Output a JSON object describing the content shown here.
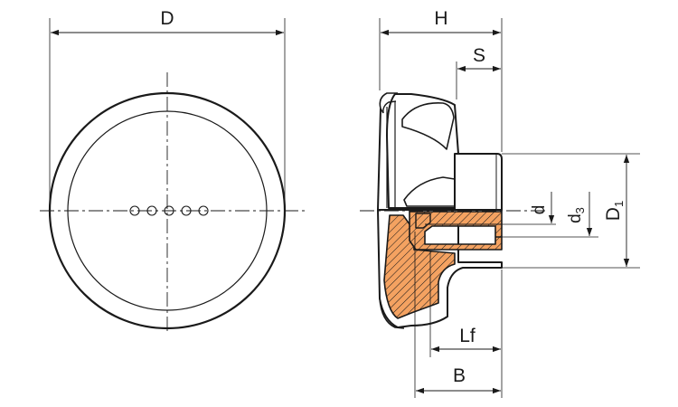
{
  "drawing": {
    "labels": {
      "D": "D",
      "H": "H",
      "S": "S",
      "d": "d",
      "d3_main": "d",
      "d3_sub": "3",
      "D1_main": "D",
      "D1_sub": "1",
      "Lf": "Lf",
      "B": "B"
    },
    "colors": {
      "line": "#1a1a1a",
      "section_fill": "#f4a261",
      "background": "#ffffff"
    }
  }
}
